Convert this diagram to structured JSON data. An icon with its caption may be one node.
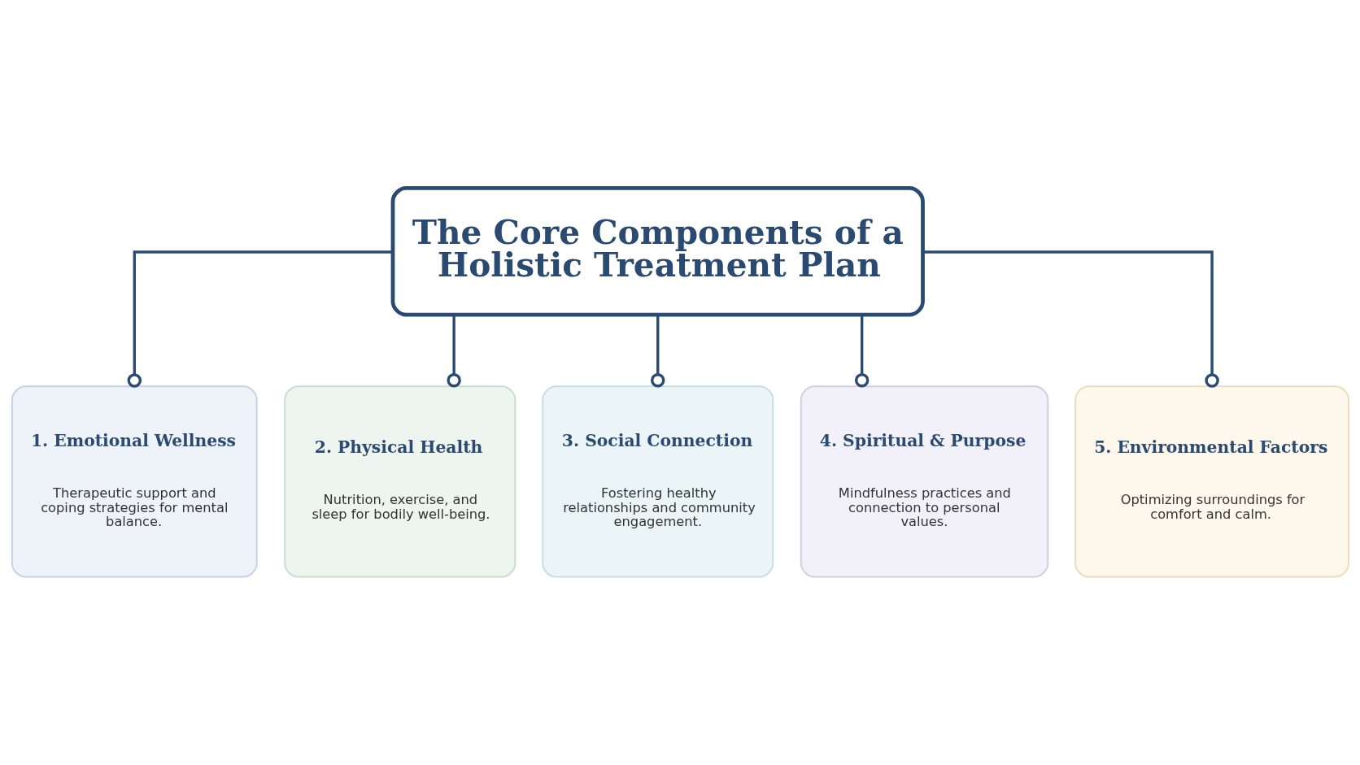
{
  "diagram": {
    "nodes": [
      {
        "text": [
          "The Core Components of a Holistic Treatment Plan"
        ]
      },
      {
        "text": [
          "1. Emotional Wellness",
          "Therapeutic support and coping strategies for mental balance."
        ]
      },
      {
        "text": [
          "2. Physical Health",
          "Nutrition, exercise, and sleep for bodily well-being."
        ]
      },
      {
        "text": [
          "3. Social Connection",
          "Fostering healthy relationships and community engagement."
        ]
      },
      {
        "text": [
          "4. Spiritual & Purpose",
          "Mindfulness practices and connection to personal values."
        ]
      },
      {
        "text": [
          "5. Environmental Factors",
          "Optimizing surroundings for comfort and calm."
        ]
      }
    ],
    "edges": [
      {
        "from": 0,
        "to": 1,
        "arrow": "other"
      },
      {
        "from": 0,
        "to": 2,
        "arrow": "other"
      },
      {
        "from": 0,
        "to": 3,
        "arrow": "other"
      },
      {
        "from": 0,
        "to": 4,
        "arrow": "other"
      },
      {
        "from": 0,
        "to": 5,
        "arrow": "other"
      }
    ]
  }
}
